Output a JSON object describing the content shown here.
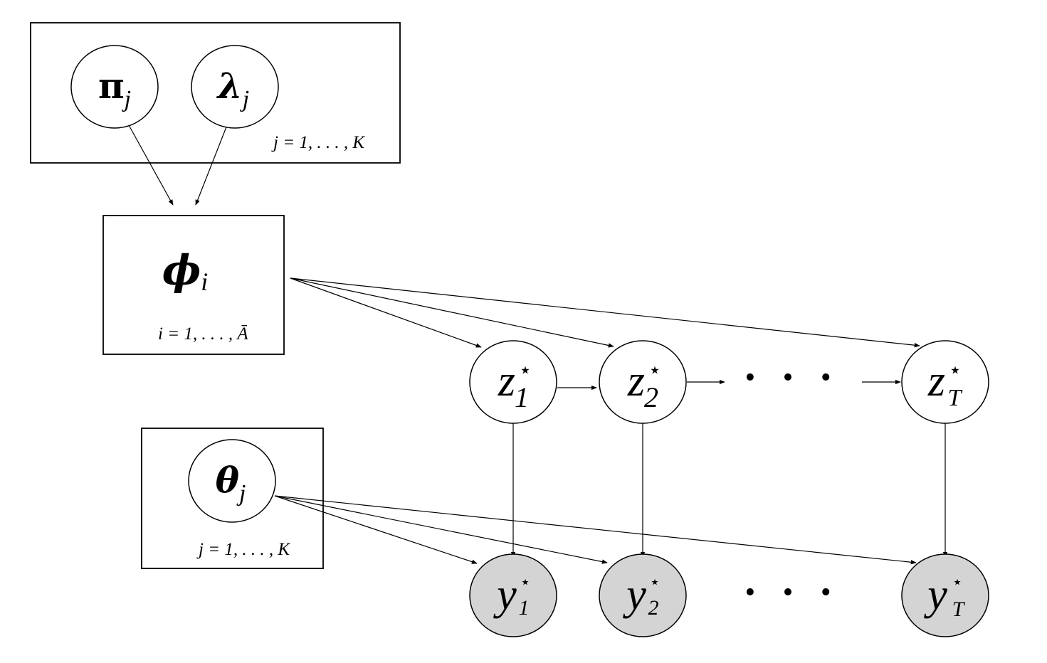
{
  "plates": {
    "prior": {
      "label": "j = 1, . . . , K"
    },
    "phi": {
      "label": "i = 1, . . . , Ā"
    },
    "theta": {
      "label": "j = 1, . . . , K"
    }
  },
  "nodes": {
    "pi": {
      "base": "π",
      "sub": "j",
      "observed": false
    },
    "lambda": {
      "base": "λ",
      "sub": "j",
      "observed": false
    },
    "phi": {
      "base": "ϕ",
      "sub": "i",
      "observed": false
    },
    "theta": {
      "base": "θ",
      "sub": "j",
      "observed": false
    },
    "z1": {
      "base": "z",
      "sup": "⋆",
      "sub": "1",
      "observed": false
    },
    "z2": {
      "base": "z",
      "sup": "⋆",
      "sub": "2",
      "observed": false
    },
    "zT": {
      "base": "z",
      "sup": "⋆",
      "sub": "T",
      "observed": false
    },
    "y1": {
      "base": "y",
      "sup": "⋆",
      "sub": "1",
      "observed": true
    },
    "y2": {
      "base": "y",
      "sup": "⋆",
      "sub": "2",
      "observed": true
    },
    "yT": {
      "base": "y",
      "sup": "⋆",
      "sub": "T",
      "observed": true
    }
  },
  "ellipsis": {
    "z_chain": "• • •",
    "y_chain": "• • •"
  },
  "colors": {
    "observed_fill": "#d4d4d4",
    "latent_fill": "#ffffff",
    "stroke": "#000000"
  }
}
